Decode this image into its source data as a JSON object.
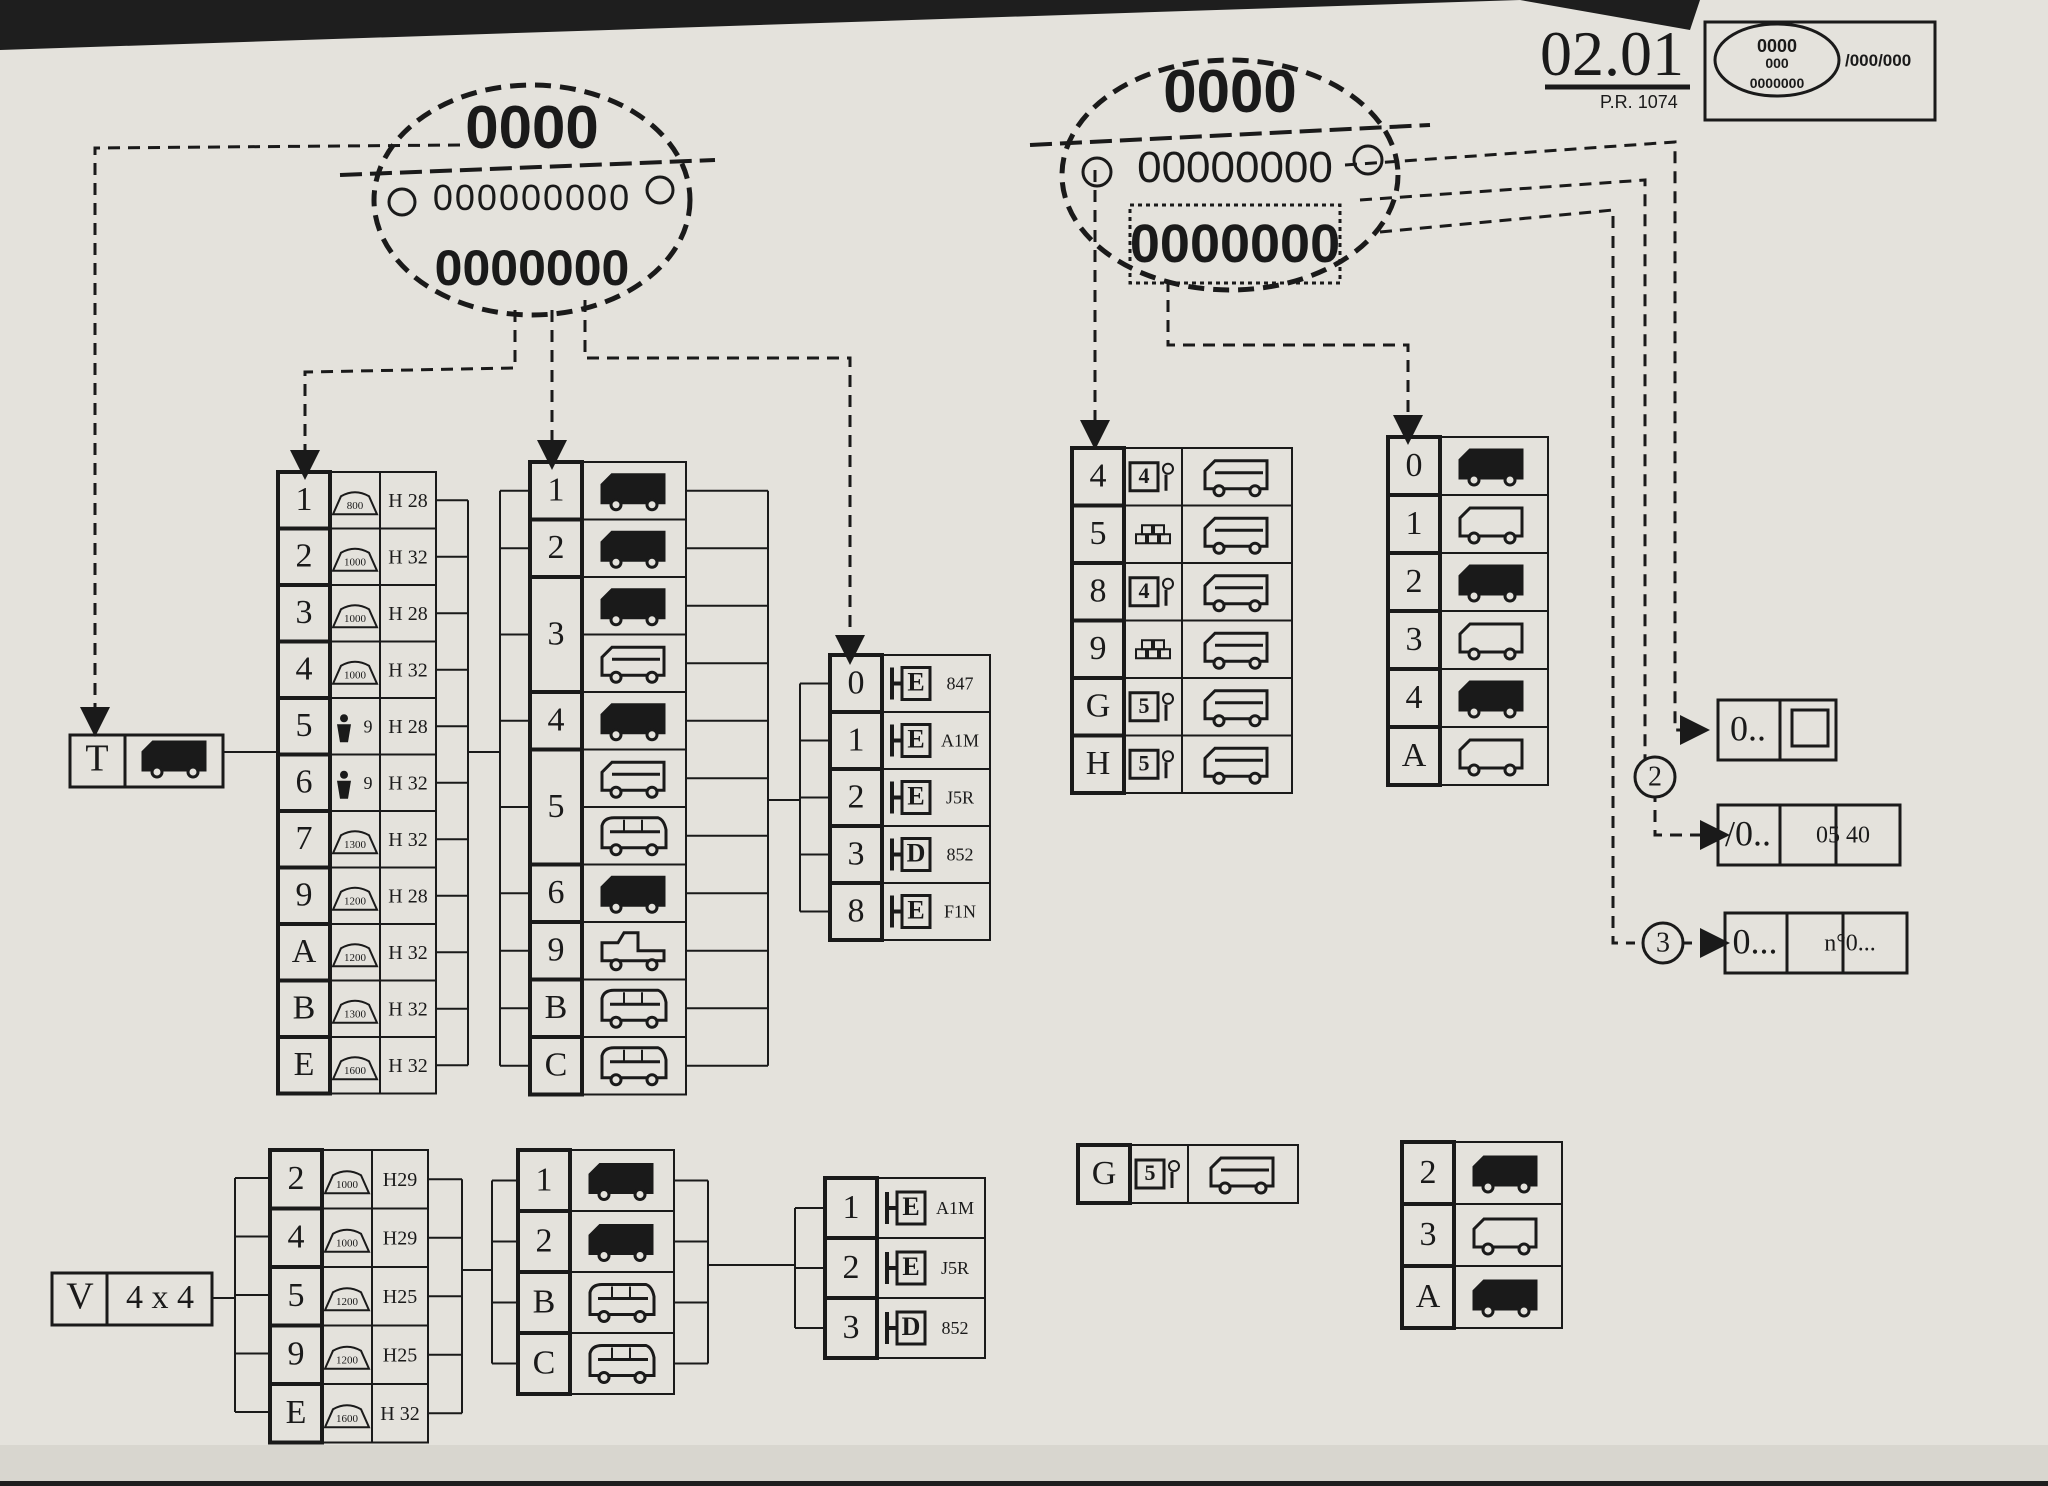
{
  "header": {
    "page_number": "02.01",
    "ref": "P.R. 1074",
    "plate_lines": [
      "0000",
      "000",
      "0000000"
    ],
    "plate_suffix": "/000/000"
  },
  "plate_left": {
    "top": "0000",
    "middle": "000000000",
    "bottom": "0000000"
  },
  "plate_right": {
    "top": "0000",
    "middle": "00000000",
    "bottom": "0000000"
  },
  "range_T": {
    "code": "T",
    "icon": "van-icon"
  },
  "range_V": {
    "code": "V",
    "label": "4 x 4"
  },
  "t_weights": [
    {
      "code": "1",
      "load": "800",
      "height": "H 28"
    },
    {
      "code": "2",
      "load": "1000",
      "height": "H 32"
    },
    {
      "code": "3",
      "load": "1000",
      "height": "H 28"
    },
    {
      "code": "4",
      "load": "1000",
      "height": "H 32"
    },
    {
      "code": "5",
      "seats": "9",
      "height": "H 28"
    },
    {
      "code": "6",
      "seats": "9",
      "height": "H 32"
    },
    {
      "code": "7",
      "load": "1300",
      "height": "H 32"
    },
    {
      "code": "9",
      "load": "1200",
      "height": "H 28"
    },
    {
      "code": "A",
      "load": "1200",
      "height": "H 32"
    },
    {
      "code": "B",
      "load": "1300",
      "height": "H 32"
    },
    {
      "code": "E",
      "load": "1600",
      "height": "H 32"
    }
  ],
  "t_bodies": [
    {
      "code": "1",
      "icons": [
        "panel-van-icon"
      ]
    },
    {
      "code": "2",
      "icons": [
        "panel-van-icon"
      ]
    },
    {
      "code": "3",
      "icons": [
        "panel-van-icon",
        "window-van-icon"
      ]
    },
    {
      "code": "4",
      "icons": [
        "panel-van-icon"
      ]
    },
    {
      "code": "5",
      "icons": [
        "window-van-icon",
        "minibus-icon"
      ]
    },
    {
      "code": "6",
      "icons": [
        "panel-van-icon"
      ]
    },
    {
      "code": "9",
      "icons": [
        "pickup-icon"
      ]
    },
    {
      "code": "B",
      "icons": [
        "minibus-icon"
      ]
    },
    {
      "code": "C",
      "icons": [
        "minibus-icon"
      ]
    }
  ],
  "t_engines": [
    {
      "code": "0",
      "fuel": "E",
      "engine": "847"
    },
    {
      "code": "1",
      "fuel": "E",
      "engine": "A1M"
    },
    {
      "code": "2",
      "fuel": "E",
      "engine": "J5R"
    },
    {
      "code": "3",
      "fuel": "D",
      "engine": "852"
    },
    {
      "code": "8",
      "fuel": "E",
      "engine": "F1N"
    }
  ],
  "v_weights": [
    {
      "code": "2",
      "load": "1000",
      "height": "H29"
    },
    {
      "code": "4",
      "load": "1000",
      "height": "H29"
    },
    {
      "code": "5",
      "load": "1200",
      "height": "H25"
    },
    {
      "code": "9",
      "load": "1200",
      "height": "H25"
    },
    {
      "code": "E",
      "load": "1600",
      "height": "H 32"
    }
  ],
  "v_bodies": [
    {
      "code": "1",
      "icons": [
        "panel-van-icon"
      ]
    },
    {
      "code": "2",
      "icons": [
        "panel-van-icon"
      ]
    },
    {
      "code": "B",
      "icons": [
        "minibus-icon"
      ]
    },
    {
      "code": "C",
      "icons": [
        "minibus-icon"
      ]
    }
  ],
  "v_engines": [
    {
      "code": "1",
      "fuel": "E",
      "engine": "A1M"
    },
    {
      "code": "2",
      "fuel": "E",
      "engine": "J5R"
    },
    {
      "code": "3",
      "fuel": "D",
      "engine": "852"
    }
  ],
  "gearbox": [
    {
      "code": "4",
      "gears": "4"
    },
    {
      "code": "5",
      "gears": ""
    },
    {
      "code": "8",
      "gears": "4"
    },
    {
      "code": "9",
      "gears": ""
    },
    {
      "code": "G",
      "gears": "5"
    },
    {
      "code": "H",
      "gears": "5"
    }
  ],
  "gearbox_v": [
    {
      "code": "G",
      "gears": "5"
    }
  ],
  "conversion": [
    {
      "code": "0"
    },
    {
      "code": "1"
    },
    {
      "code": "2"
    },
    {
      "code": "3"
    },
    {
      "code": "4"
    },
    {
      "code": "A"
    }
  ],
  "conversion_v": [
    {
      "code": "2"
    },
    {
      "code": "3"
    },
    {
      "code": "A"
    }
  ],
  "callouts": [
    {
      "marker": "",
      "code": "0..",
      "text": ""
    },
    {
      "marker": "2",
      "code": "/0..",
      "text": "05 40"
    },
    {
      "marker": "3",
      "code": "0...",
      "text": "n°0..."
    }
  ],
  "colors": {
    "paper": "#e4e2dc",
    "ink": "#1a1a1a",
    "background": "#1e1e1e"
  }
}
